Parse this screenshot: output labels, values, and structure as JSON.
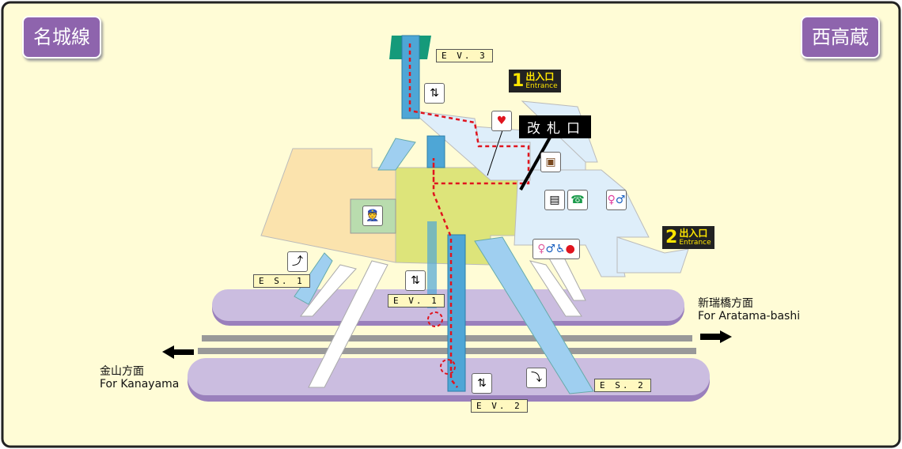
{
  "line_name": "名城線",
  "station_name": "西高蔵",
  "gate_label": "改札口",
  "entrances": [
    {
      "number": "1",
      "label_ja": "出入口",
      "label_en": "Entrance"
    },
    {
      "number": "2",
      "label_ja": "出入口",
      "label_en": "Entrance"
    }
  ],
  "elevators": [
    "E V. 1",
    "E V. 2",
    "E V. 3"
  ],
  "escalators": [
    "E S. 1",
    "E S. 2"
  ],
  "directions": [
    {
      "ja": "新瑞橋方面",
      "en": "For Aratama-bashi"
    },
    {
      "ja": "金山方面",
      "en": "For Kanayama"
    }
  ],
  "colors": {
    "background": "#fffcd6",
    "badge": "#8e64ad",
    "platform": "#cbbde0",
    "route": "#e0141e"
  }
}
